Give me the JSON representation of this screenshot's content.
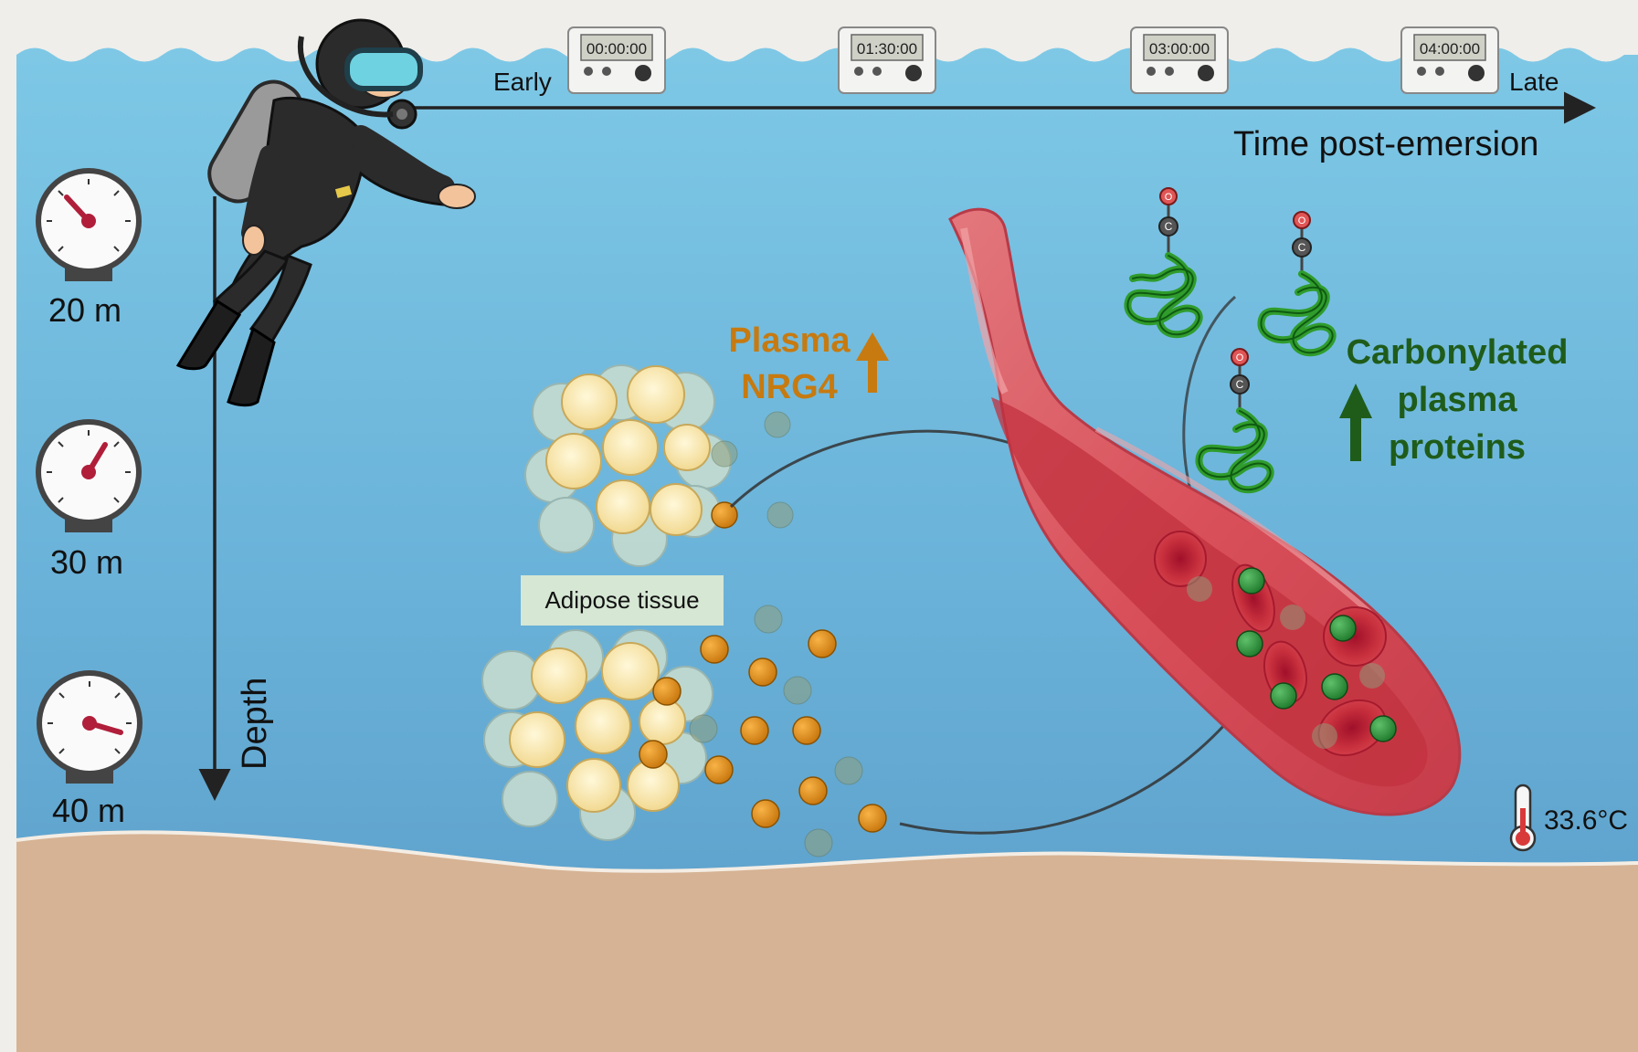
{
  "timeline": {
    "early_label": "Early",
    "late_label": "Late",
    "axis_label": "Time post-emersion",
    "timers": [
      {
        "time": "00:00:00"
      },
      {
        "time": "01:30:00"
      },
      {
        "time": "03:00:00"
      },
      {
        "time": "04:00:00"
      }
    ]
  },
  "depth": {
    "axis_label": "Depth",
    "gauges": [
      {
        "label": "20 m"
      },
      {
        "label": "30 m"
      },
      {
        "label": "40 m"
      }
    ]
  },
  "nrg4": {
    "line1": "Plasma",
    "line2": "NRG4"
  },
  "adipose": {
    "label": "Adipose tissue"
  },
  "carbonyl": {
    "line1": "Carbonylated",
    "line2": "plasma",
    "line3": "proteins",
    "atom_o": "O",
    "atom_c": "C"
  },
  "temperature": {
    "value": "33.6°C"
  },
  "colors": {
    "water_top": "#7ec8e6",
    "water_bottom": "#5a9cc8",
    "sand": "#d6b394",
    "nrg4_orange": "#c77a10",
    "protein_green": "#1f5c1a",
    "vessel_red": "#d9505a"
  }
}
